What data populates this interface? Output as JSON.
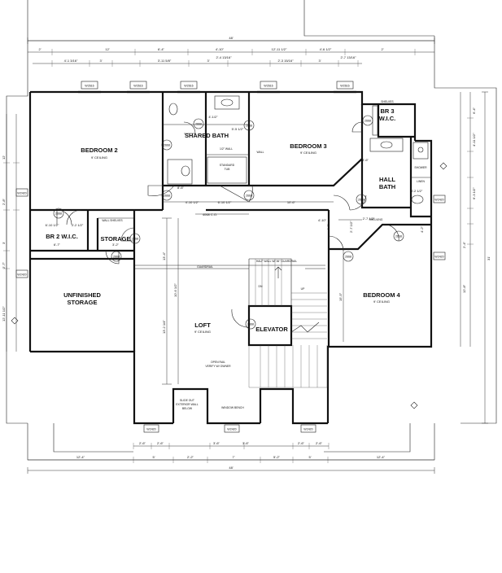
{
  "rooms": {
    "bedroom2": "BEDROOM 2",
    "bedroom3": "BEDROOM 3",
    "bedroom4": "BEDROOM 4",
    "shared_bath": "SHARED BATH",
    "br3_wic_1": "BR 3",
    "br3_wic_2": "W.I.C.",
    "hall_bath_1": "HALL",
    "hall_bath_2": "BATH",
    "br2_wic": "BR 2 W.I.C.",
    "storage": "STORAGE",
    "unfinished_storage_1": "UNFINISHED",
    "unfinished_storage_2": "STORAGE",
    "loft": "LOFT",
    "elevator": "ELEVATOR"
  },
  "ceilings": {
    "bedroom2": "9' CEILING",
    "bedroom3": "9' CEILING",
    "bedroom4": "9' CEILING",
    "loft": "9' CEILING"
  },
  "dimensions": {
    "overall_top": "48'",
    "overall_bottom": "48'",
    "top_seg_1": "2'",
    "top_seg_2": "12'",
    "top_seg_3": "6'-4\"",
    "top_seg_4": "4'-10\"",
    "top_seg_5": "12'-11 1/2\"",
    "top_seg_6": "4'-6 1/2\"",
    "top_seg_7": "2'",
    "win_1": "4'-1 3/16\"",
    "win_2": "3'",
    "win_3": "3'-11 5/8\"",
    "win_4": "3'",
    "win_5": "2'-4 13/16\"",
    "win_6": "2'-3 15/16\"",
    "win_7": "3'",
    "win_8": "2'-7 13/16\"",
    "bot_1": "12'-4\"",
    "bot_2": "5'",
    "bot_3": "2'-2\"",
    "bot_4": "7'",
    "bot_5": "5'-2\"",
    "bot_6": "5'",
    "bot_7": "12'-4\"",
    "bot_win_1": "2'-6\"",
    "bot_win_2": "2'-6\"",
    "bot_win_3": "3'-6\"",
    "bot_win_4": "3'-6\"",
    "bot_win_5": "2'-6\"",
    "bot_win_6": "2'-6\"",
    "right_1": "6'-4\"",
    "right_2": "4'-11 1/2\"",
    "right_3": "6'-3 1/2\"",
    "right_4": "2'-4\"",
    "right_5": "12'-8\"",
    "right_overall": "31'",
    "left_1": "12'",
    "left_2": "2'-8\"",
    "left_3": "3'",
    "left_4": "2'-7\"",
    "left_5": "12'-11 1/2\"",
    "d_bath_a": "8'-6\"",
    "d_bath_b": "4'-10 1/2\"",
    "d_bath_c": "6'-10 1/2\"",
    "d_bath_d": "10'-6\"",
    "d_bath_e": "5'-5 1/2\"",
    "d_bath_f": "4'-1/2\"",
    "d_wic_a": "6'-10 1/2\"",
    "d_wic_b": "3'-2 1/2\"",
    "d_wic_c": "6'-7\"",
    "d_storage_a": "3'-2\"",
    "d_loft_a": "13'-4\"",
    "d_loft_b": "10'-6 1/2\"",
    "d_loft_c": "13'-2 1/4\"",
    "d_corr": "4068 C.O.",
    "d_hall_a": "2'-7 1/2\"",
    "d_hall_b": "2'-7 1/2\"",
    "d_hall_c": "4'-2\"",
    "d_bed4_a": "15'-5\"",
    "d_bed4_b": "4'-10\"",
    "d_hall_d": "3'-2 1/2\"",
    "d_hall_e": "5'-6\"",
    "d_hall_f": "4'-2\""
  },
  "tags": {
    "w1": "W2616",
    "w2": "W2616",
    "w3": "W2616",
    "w4": "W2616",
    "w5": "W2616",
    "w6": "W2420",
    "w7": "W2420",
    "w8": "W2420",
    "d1": "2668",
    "d2": "2668",
    "d3": "2668",
    "d4": "2668",
    "d5": "2668",
    "d6": "2668",
    "d7": "2668",
    "d8": "2668",
    "d9": "2668",
    "d10": "2668",
    "d11": "2668",
    "d12": "2668",
    "d13": "2668",
    "d14": "2668",
    "side_l1": "W2420",
    "side_l2": "W2420",
    "side_r1": "W2420",
    "side_r2": "W2420"
  },
  "notes": {
    "wall_shelves": "WALL SHELVES",
    "shelves": "SHELVES",
    "linen": "LINEN",
    "half_wall_top": "HALF WALL W/ 36\" GUARDRAIL",
    "guardrail": "GUARDRAIL",
    "open_rail": "OPEN RAIL",
    "verify": "VERIFY W/ OWNER",
    "window_bench": "WINDOW BENCH",
    "slide_out": "SLIDE OUT",
    "ext_wall": "EXTERIOR WALL",
    "below": "BELOW",
    "wall_short": "WALL",
    "tub": "STANDARD",
    "tub2": "TUB",
    "dn": "DN",
    "up": "UP",
    "shower": "SHOWER",
    "half": "1/2\" WALL",
    "shelving": "SHELVING"
  }
}
